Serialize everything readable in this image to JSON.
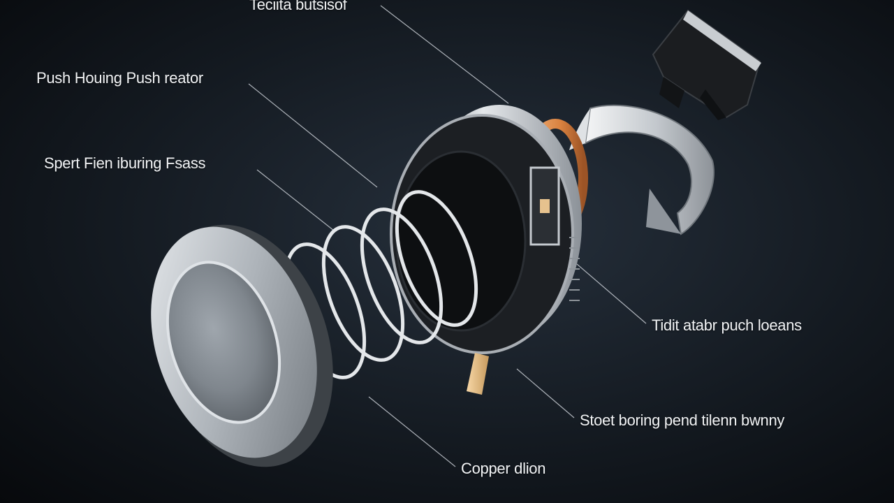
{
  "diagram": {
    "labels": {
      "top": "Teciita butsisof",
      "housing": "Push Houing Push reator",
      "spert": "Spert Fien iburing Fsass",
      "tidit": "Tidit atabr puch loeans",
      "stoet": "Stoet boring pend tilenn bwnny",
      "copper": "Copper dlion"
    }
  },
  "colors": {
    "background": "#141a21",
    "leader_line": "#c8cdd3",
    "metal": "#c9ced3",
    "copper": "#d9813f"
  }
}
